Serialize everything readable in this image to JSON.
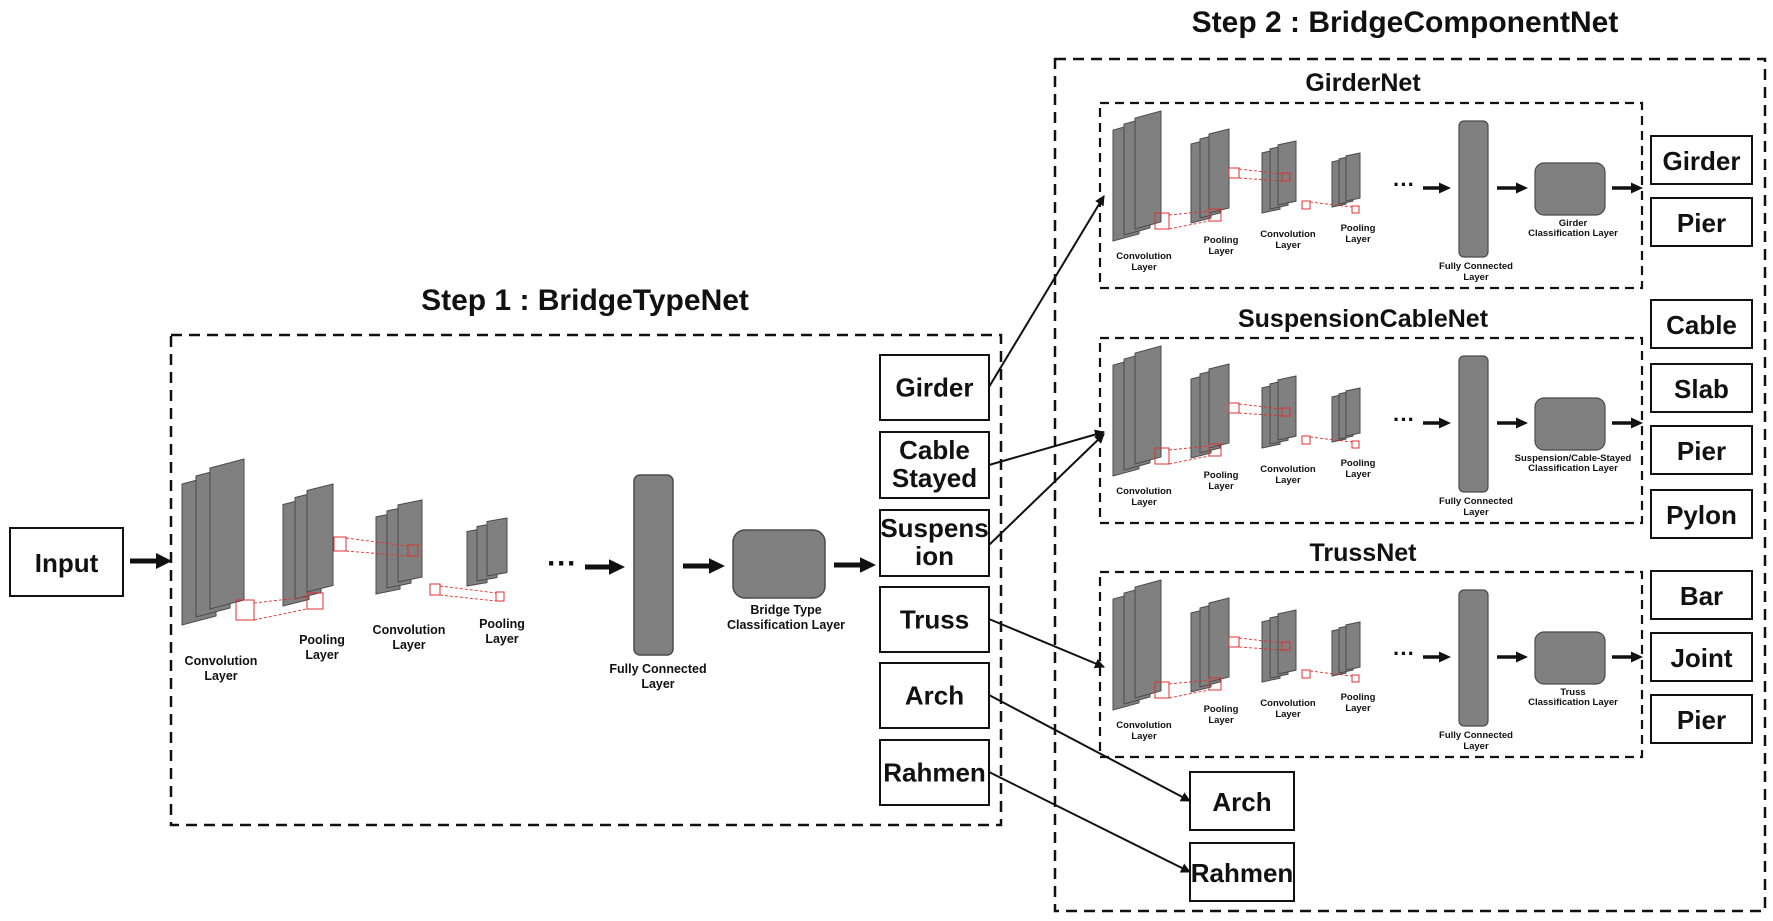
{
  "step1": {
    "title": "Step 1 : BridgeTypeNet",
    "input": "Input",
    "layers": {
      "conv1": [
        "Convolution",
        "Layer"
      ],
      "pool1": [
        "Pooling",
        "Layer"
      ],
      "conv2": [
        "Convolution",
        "Layer"
      ],
      "pool2": [
        "Pooling",
        "Layer"
      ],
      "ellipsis": "···",
      "fc": [
        "Fully Connected",
        "Layer"
      ],
      "cls": [
        "Bridge Type",
        "Classification Layer"
      ]
    },
    "types": [
      {
        "key": "girder",
        "lines": [
          "Girder"
        ]
      },
      {
        "key": "cable-stayed",
        "lines": [
          "Cable",
          "Stayed"
        ]
      },
      {
        "key": "suspension",
        "lines": [
          "Suspens",
          "ion"
        ]
      },
      {
        "key": "truss",
        "lines": [
          "Truss"
        ]
      },
      {
        "key": "arch",
        "lines": [
          "Arch"
        ]
      },
      {
        "key": "rahmen",
        "lines": [
          "Rahmen"
        ]
      }
    ]
  },
  "step2": {
    "title": "Step 2 : BridgeComponentNet",
    "nets": [
      {
        "name": "GirderNet",
        "labels": {
          "conv1": [
            "Convolution",
            "Layer"
          ],
          "pool1": [
            "Pooling",
            "Layer"
          ],
          "conv2": [
            "Convolution",
            "Layer"
          ],
          "pool2": [
            "Pooling",
            "Layer"
          ],
          "ellipsis": "···",
          "fc": [
            "Fully Connected",
            "Layer"
          ],
          "cls": [
            "Girder",
            "Classification Layer"
          ]
        },
        "outputs": [
          "Girder",
          "Pier"
        ]
      },
      {
        "name": "SuspensionCableNet",
        "labels": {
          "conv1": [
            "Convolution",
            "Layer"
          ],
          "pool1": [
            "Pooling",
            "Layer"
          ],
          "conv2": [
            "Convolution",
            "Layer"
          ],
          "pool2": [
            "Pooling",
            "Layer"
          ],
          "ellipsis": "···",
          "fc": [
            "Fully Connected",
            "Layer"
          ],
          "cls": [
            "Suspension/Cable-Stayed",
            "Classification Layer"
          ]
        },
        "outputs": [
          "Cable",
          "Slab",
          "Pier",
          "Pylon"
        ]
      },
      {
        "name": "TrussNet",
        "labels": {
          "conv1": [
            "Convolution",
            "Layer"
          ],
          "pool1": [
            "Pooling",
            "Layer"
          ],
          "conv2": [
            "Convolution",
            "Layer"
          ],
          "pool2": [
            "Pooling",
            "Layer"
          ],
          "ellipsis": "···",
          "fc": [
            "Fully Connected",
            "Layer"
          ],
          "cls": [
            "Truss",
            "Classification Layer"
          ]
        },
        "outputs": [
          "Bar",
          "Joint",
          "Pier"
        ]
      }
    ],
    "direct_outputs": [
      "Arch",
      "Rahmen"
    ]
  },
  "colors": {
    "layer_fill": "#808080",
    "layer_stroke": "#4a4a4a",
    "kernel": "#e03030",
    "line": "#111111"
  }
}
